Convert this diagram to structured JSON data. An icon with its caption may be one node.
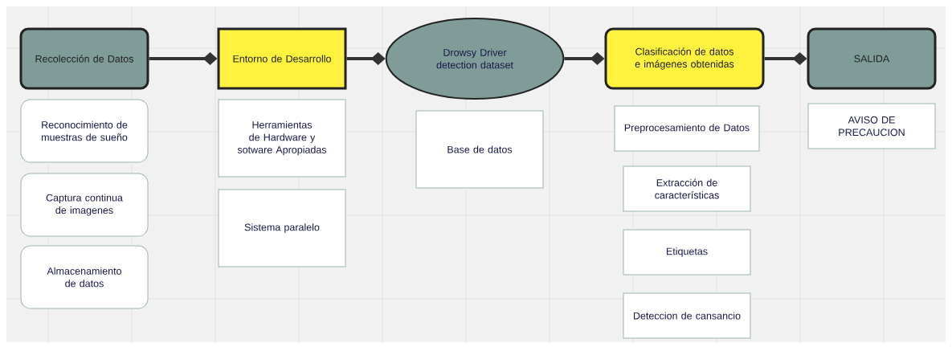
{
  "diagram": {
    "nodes": [
      {
        "text": [
          "Recolección de Datos"
        ]
      },
      {
        "text": [
          "Reconocimiento de muestras de sueño"
        ]
      },
      {
        "text": [
          "Captura continua de imagenes"
        ]
      },
      {
        "text": [
          "Almacenamiento de datos"
        ]
      },
      {
        "text": [
          "Entorno de Desarrollo"
        ]
      },
      {
        "text": [
          "Herramientas de Hardware y sotware Apropiadas"
        ]
      },
      {
        "text": [
          "Sistema paralelo"
        ]
      },
      {
        "text": [
          "Drowsy Driver detection dataset"
        ]
      },
      {
        "text": [
          "Base de datos"
        ]
      },
      {
        "text": [
          "Clasificación de datos e imágenes obtenidas"
        ]
      },
      {
        "text": [
          "Preprocesamiento de Datos"
        ]
      },
      {
        "text": [
          "Extracción de características"
        ]
      },
      {
        "text": [
          "Etiquetas"
        ]
      },
      {
        "text": [
          "Deteccion de cansancio"
        ]
      },
      {
        "text": [
          "SALIDA"
        ]
      },
      {
        "text": [
          "AVISO DE PRECAUCION"
        ]
      }
    ],
    "edges": [
      {
        "from": 0,
        "to": 4,
        "arrow": "other"
      },
      {
        "from": 4,
        "to": 7,
        "arrow": "other"
      },
      {
        "from": 7,
        "to": 9,
        "arrow": "other"
      },
      {
        "from": 9,
        "to": 14,
        "arrow": "other"
      }
    ]
  }
}
